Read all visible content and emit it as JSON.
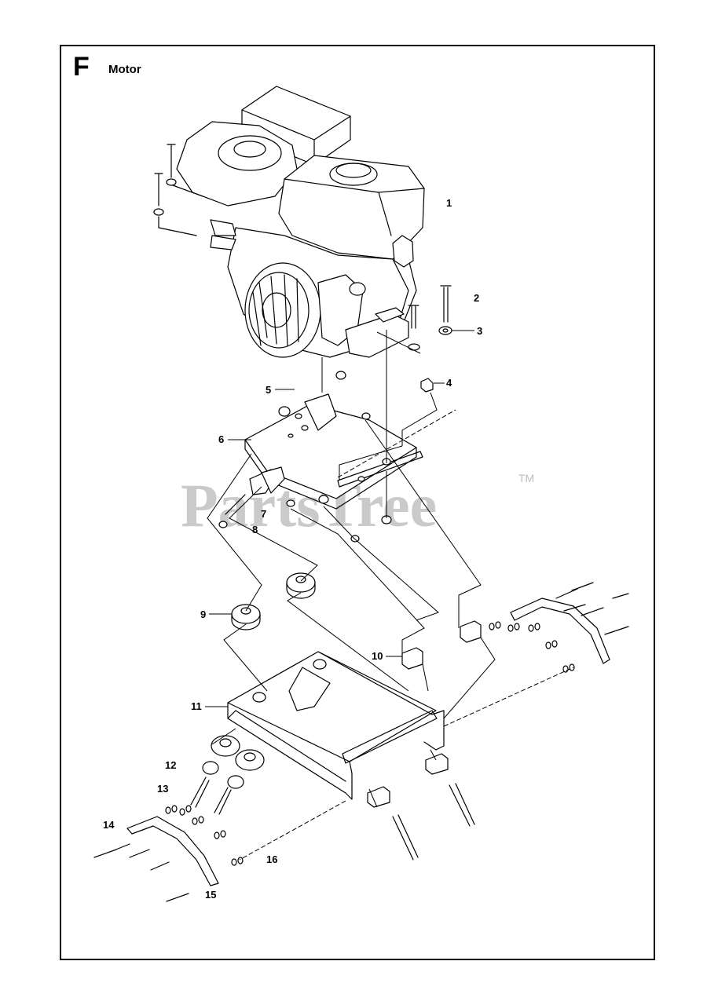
{
  "header": {
    "letter": "F",
    "title": "Motor"
  },
  "watermark": {
    "text": "PartsTree",
    "mark": "TM"
  },
  "callouts": [
    "1",
    "2",
    "3",
    "4",
    "5",
    "6",
    "7",
    "8",
    "9",
    "10",
    "11",
    "12",
    "13",
    "14",
    "15",
    "16"
  ],
  "colors": {
    "line": "#000000",
    "watermark": "#bdbdbd"
  }
}
